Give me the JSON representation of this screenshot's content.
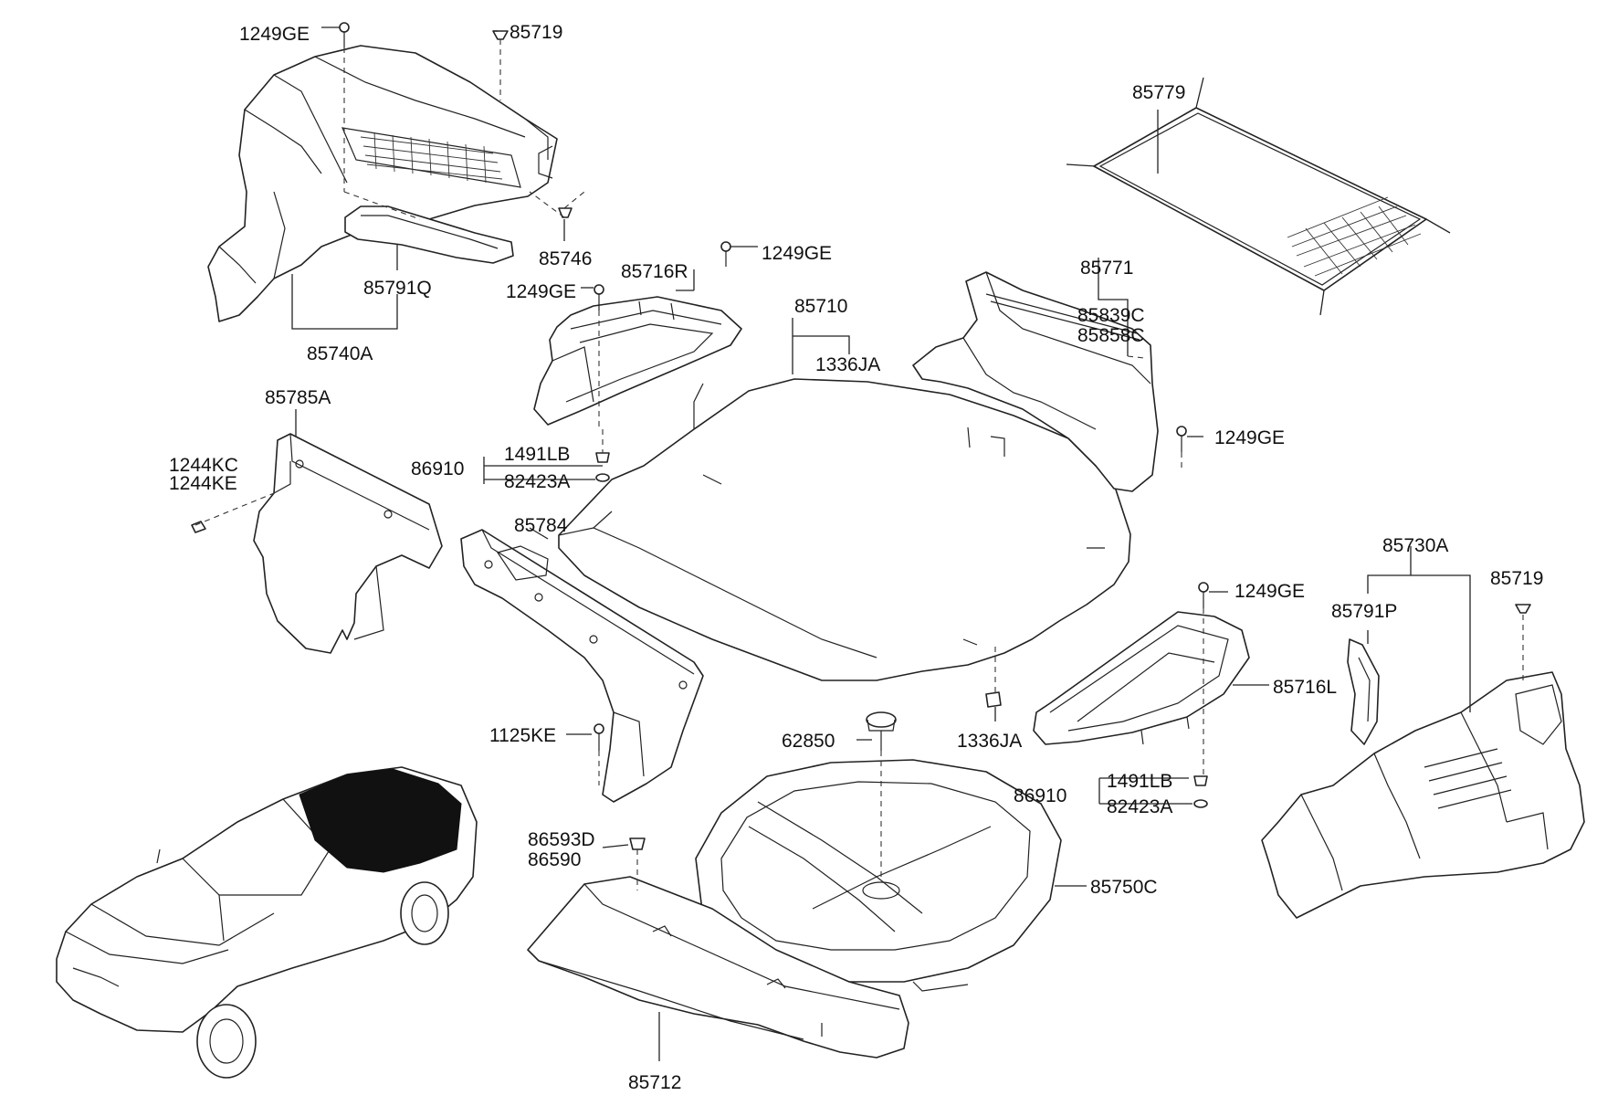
{
  "labels": {
    "1249GE": "1249GE",
    "85719": "85719",
    "85746": "85746",
    "85791Q": "85791Q",
    "85740A": "85740A",
    "85716R": "85716R",
    "85710": "85710",
    "1336JA": "1336JA",
    "85771": "85771",
    "85839C": "85839C",
    "85858C": "85858C",
    "85779": "85779",
    "85785A": "85785A",
    "1244KC": "1244KC",
    "1244KE": "1244KE",
    "86910": "86910",
    "1491LB": "1491LB",
    "82423A": "82423A",
    "85784": "85784",
    "85730A": "85730A",
    "85791P": "85791P",
    "85716L": "85716L",
    "1125KE": "1125KE",
    "62850": "62850",
    "86593D": "86593D",
    "86590": "86590",
    "85750C": "85750C",
    "85712": "85712"
  }
}
